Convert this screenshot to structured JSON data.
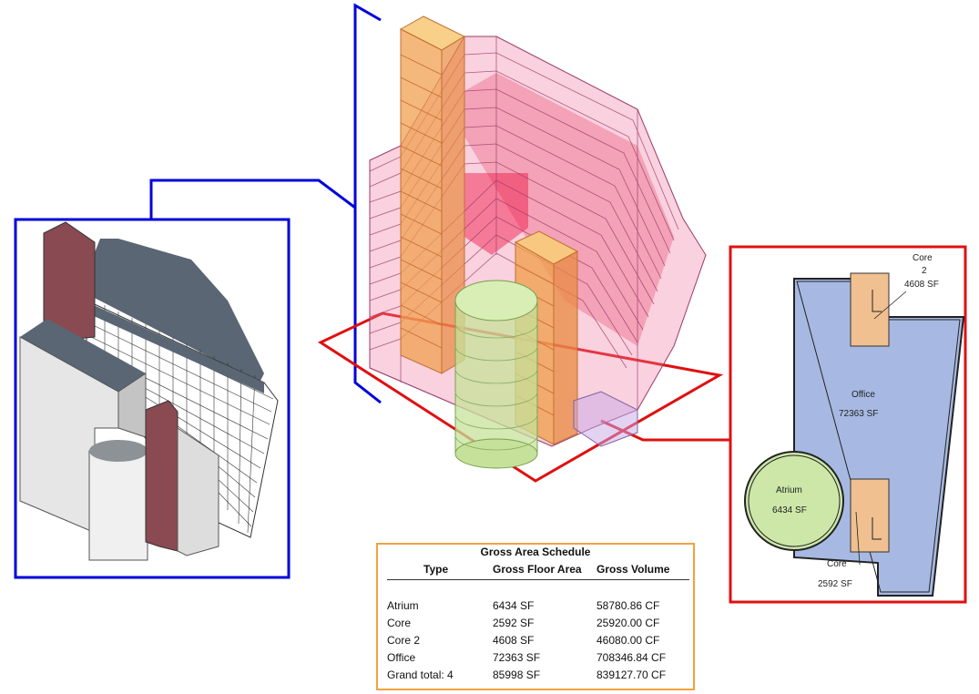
{
  "schedule": {
    "title": "Gross Area Schedule",
    "columns": [
      "Type",
      "Gross Floor Area",
      "Gross Volume"
    ],
    "rows": [
      {
        "type": "Atrium",
        "area": "6434 SF",
        "volume": "58780.86 CF"
      },
      {
        "type": "Core",
        "area": "2592 SF",
        "volume": "25920.00 CF"
      },
      {
        "type": "Core 2",
        "area": "4608 SF",
        "volume": "46080.00 CF"
      },
      {
        "type": "Office",
        "area": "72363 SF",
        "volume": "708346.84 CF"
      },
      {
        "type": "Grand total: 4",
        "area": "85998 SF",
        "volume": "839127.70 CF"
      }
    ]
  },
  "plan": {
    "core2_name": "Core",
    "core2_num": "2",
    "core2_area": "4608 SF",
    "office_name": "Office",
    "office_area": "72363 SF",
    "atrium_name": "Atrium",
    "atrium_area": "6434 SF",
    "core_name": "Core",
    "core_area": "2592 SF"
  },
  "colors": {
    "detail_frame": "#0000dd",
    "plan_frame": "#e01010",
    "schedule_frame": "#f4a040",
    "office_fill": "#a7b9e2",
    "core_fill": "#f0c090",
    "atrium_fill": "#cce7a8"
  }
}
